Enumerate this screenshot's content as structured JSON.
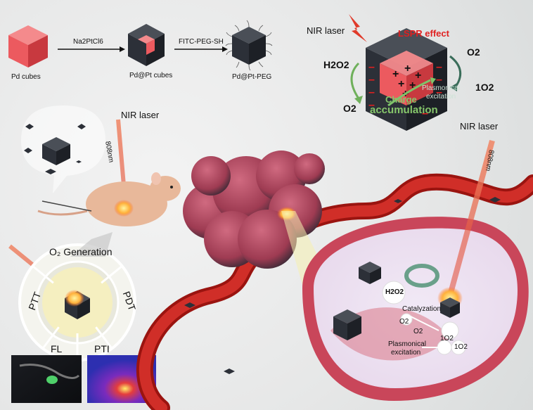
{
  "synthesis": {
    "step1_label": "Pd cubes",
    "reagent1": "Na2PtCl6",
    "step2_label": "Pd@Pt cubes",
    "reagent2": "FITC-PEG-SH",
    "step3_label": "Pd@Pt-PEG"
  },
  "mechanism": {
    "nir_laser": "NIR laser",
    "lspr": "LSPR effect",
    "h2o2": "H2O2",
    "o2_left": "O2",
    "o2_top": "O2",
    "singlet_o2": "1O2",
    "charge_accumulation_1": "Charge",
    "charge_accumulation_2": "accumulation",
    "plasmonical_excitation_1": "Plasmonical",
    "plasmonical_excitation_2": "excitation"
  },
  "mouse_section": {
    "nir_laser": "NIR laser",
    "wavelength": "808nm"
  },
  "therapy_wheel": {
    "top": "O₂ Generation",
    "left": "PTT",
    "right": "PDT",
    "bottom_left": "FL",
    "bottom_right": "PTI"
  },
  "tumor_section": {
    "nir_laser": "NIR laser",
    "wavelength": "808nm"
  },
  "cell_section": {
    "h2o2": "H2O2",
    "catalyzation": "Catalyzation",
    "o2_a": "O2",
    "o2_b": "O2",
    "plasmonical_1": "Plasmonical",
    "plasmonical_2": "excitation",
    "singlet_a": "1O2",
    "singlet_b": "1O2"
  },
  "colors": {
    "vessel": "#c0221f",
    "tumor": "#b2485e",
    "cell": "#d45a6a",
    "laser": "#e86a4a",
    "nanocube": "#2c3038",
    "pd_cube": "#ec5a5f",
    "green_text": "#86c66b",
    "red_text": "#e02020"
  }
}
